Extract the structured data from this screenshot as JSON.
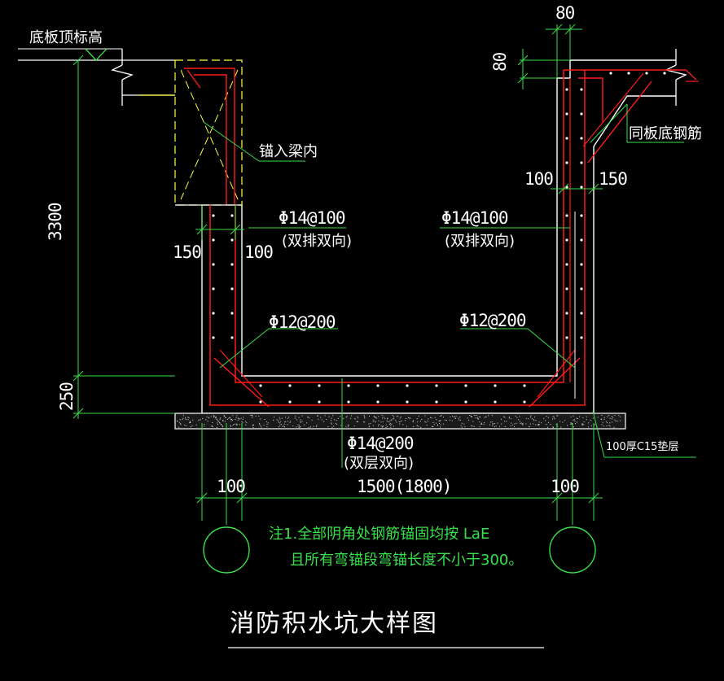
{
  "colors": {
    "background": "#000000",
    "rebar": "#ff1a1a",
    "concrete": "#ffffff",
    "dimension": "#38e04a",
    "beam": "#ffff40",
    "bedding": "#e8e8e8"
  },
  "labels": {
    "slab_top_elev": "底板顶标高",
    "dim_80_top": "80",
    "dim_80_side": "80",
    "anchor_in_beam": "锚入梁内",
    "same_as_slab_rebar": "同板底钢筋",
    "dim_3300": "3300",
    "dim_250": "250",
    "wall_left_150": "150",
    "wall_left_100": "100",
    "wall_right_100": "100",
    "wall_right_150": "150",
    "rebar_wall_left": "Φ14@100",
    "rebar_wall_left_note": "(双排双向)",
    "rebar_wall_right": "Φ14@100",
    "rebar_wall_right_note": "(双排双向)",
    "corner_left": "Φ12@200",
    "corner_right": "Φ12@200",
    "rebar_bottom": "Φ14@200",
    "rebar_bottom_note": "(双层双向)",
    "bedding_layer": "100厚C15垫层",
    "dim_bottom_left": "100",
    "dim_bottom_mid": "1500(1800)",
    "dim_bottom_right": "100",
    "note_line1": "注1.全部阴角处钢筋锚固均按 LaE",
    "note_line2": "且所有弯锚段弯锚长度不小于300。",
    "title": "消防积水坑大样图"
  }
}
